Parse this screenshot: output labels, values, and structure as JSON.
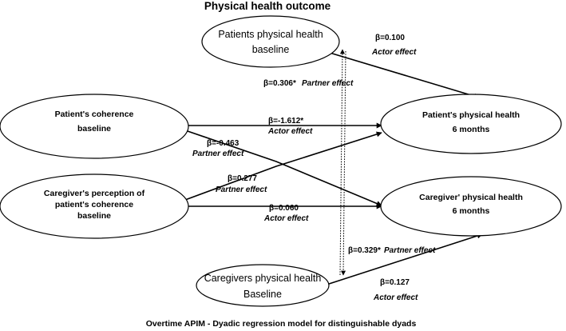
{
  "title": "Physical health outcome",
  "caption": "Overtime APIM - Dyadic regression model for distinguishable dyads",
  "nodes": {
    "patient_ph_baseline": {
      "line1": "Patients physical health",
      "line2": "baseline"
    },
    "patient_coherence": {
      "line1": "Patient's coherence",
      "line2": "baseline"
    },
    "caregiver_perception": {
      "line1": "Caregiver's perception of",
      "line2": "patient's coherence",
      "line3": "baseline"
    },
    "caregiver_ph_baseline": {
      "line1": "Caregivers physical health",
      "line2": "Baseline"
    },
    "patient_ph_6m": {
      "line1": "Patient's physical health",
      "line2": "6 months"
    },
    "caregiver_ph_6m": {
      "line1": "Caregiver' physical health",
      "line2": "6 months"
    }
  },
  "paths": {
    "a_pat_actor": {
      "beta": "β=0.100",
      "effect": "Actor effect"
    },
    "b_pat_partner": {
      "beta": "β=0.306*",
      "effect": "Partner effect"
    },
    "c_coh_actor": {
      "beta": "β=-1.612*",
      "effect": "Actor effect"
    },
    "d_coh_partner": {
      "beta": "β=-0.463",
      "effect": "Partner effect"
    },
    "e_perc_partner": {
      "beta": "β=0.277",
      "effect": "Partner effect"
    },
    "f_perc_actor": {
      "beta": "β=0.060",
      "effect": "Actor effect"
    },
    "g_cg_partner": {
      "beta": "β=0.329*",
      "effect": "Partner effect"
    },
    "h_cg_actor": {
      "beta": "β=0.127",
      "effect": "Actor effect"
    }
  }
}
